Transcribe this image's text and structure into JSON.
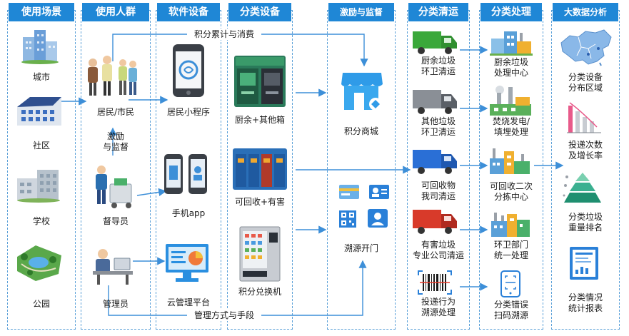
{
  "headers": {
    "scenes": "使用场景",
    "people": "使用人群",
    "software": "软件设备",
    "sorting_equipment": "分类设备",
    "incentive": "激励与监督",
    "collection": "分类清运",
    "processing": "分类处理",
    "big_data": "大数据分析"
  },
  "scenes": [
    "城市",
    "社区",
    "学校",
    "公园"
  ],
  "people": {
    "resident": "居民/市民",
    "incentive_supervision": "激励\n与监督",
    "supervisor": "督导员",
    "admin": "管理员"
  },
  "software": {
    "mini_program": "居民小程序",
    "mobile_app": "手机app",
    "cloud_platform": "云管理平台"
  },
  "equipment": {
    "kitchen_other": "厨余+其他箱",
    "recyclable_hazardous": "可回收+有害",
    "points_machine": "积分兑换机"
  },
  "incentive": {
    "points_mall": "积分商城",
    "traceable_door": "溯源开门"
  },
  "collection": {
    "kitchen": "厨余垃圾\n环卫清运",
    "other": "其他垃圾\n环卫清运",
    "recyclable": "可回收物\n我司清运",
    "hazardous": "有害垃圾\n专业公司清运",
    "trace": "投递行为\n溯源处理"
  },
  "processing": {
    "kitchen_center": "厨余垃圾\n处理中心",
    "incineration": "焚烧发电/\n填埋处理",
    "secondary_sorting": "可回收二次\n分拣中心",
    "sanitation": "环卫部门\n统一处理",
    "scan_trace": "分类错误\n扫码溯源"
  },
  "big_data": {
    "distribution": "分类设备\n分布区域",
    "growth": "投递次数\n及增长率",
    "weight_ranking": "分类垃圾\n重量排名",
    "report": "分类情况\n统计报表"
  },
  "flows": {
    "points": "积分累计与消费",
    "management": "管理方式与手段"
  },
  "colors": {
    "header_blue": "#1f87d6",
    "dashed_border": "#5aa0d8",
    "arrow": "#3d8fd8",
    "green_truck": "#3aa83a",
    "gray_truck": "#707070",
    "blue_truck": "#2a6fd6",
    "red_truck": "#d83a2a"
  }
}
